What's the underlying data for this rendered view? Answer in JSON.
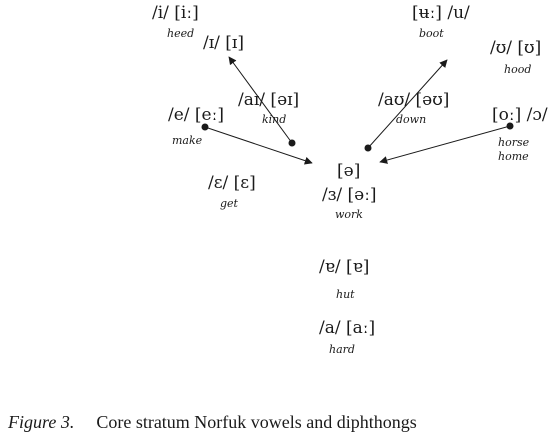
{
  "vowels": [
    {
      "id": "i",
      "symbol": "/i/ [iː]",
      "word": "heed"
    },
    {
      "id": "I",
      "symbol": "/ɪ/ [ɪ]",
      "word": ""
    },
    {
      "id": "u",
      "symbol": "[ʉː] /u/",
      "word": "boot"
    },
    {
      "id": "U",
      "symbol": "/ʊ/ [ʊ]",
      "word": "hood"
    },
    {
      "id": "ai",
      "symbol": "/aɪ/ [əɪ]",
      "word": "kind"
    },
    {
      "id": "au",
      "symbol": "/aʊ/ [əʊ]",
      "word": "down"
    },
    {
      "id": "e",
      "symbol": "/e/ [eː]",
      "word": "make"
    },
    {
      "id": "o",
      "symbol": "[oː] /ɔ/",
      "word": "horse"
    },
    {
      "id": "o2",
      "symbol": "",
      "word": "home"
    },
    {
      "id": "schwa",
      "symbol": "[ə]",
      "word": ""
    },
    {
      "id": "eps",
      "symbol": "/ɛ/ [ɛ]",
      "word": "get"
    },
    {
      "id": "er",
      "symbol": "/ɜ/ [əː]",
      "word": "work"
    },
    {
      "id": "turned",
      "symbol": "/ɐ/ [ɐ]",
      "word": "hut"
    },
    {
      "id": "a",
      "symbol": "/a/ [aː]",
      "word": "hard"
    }
  ],
  "caption": {
    "label": "Figure 3.",
    "text": "Core stratum Norfuk vowels and diphthongs"
  }
}
